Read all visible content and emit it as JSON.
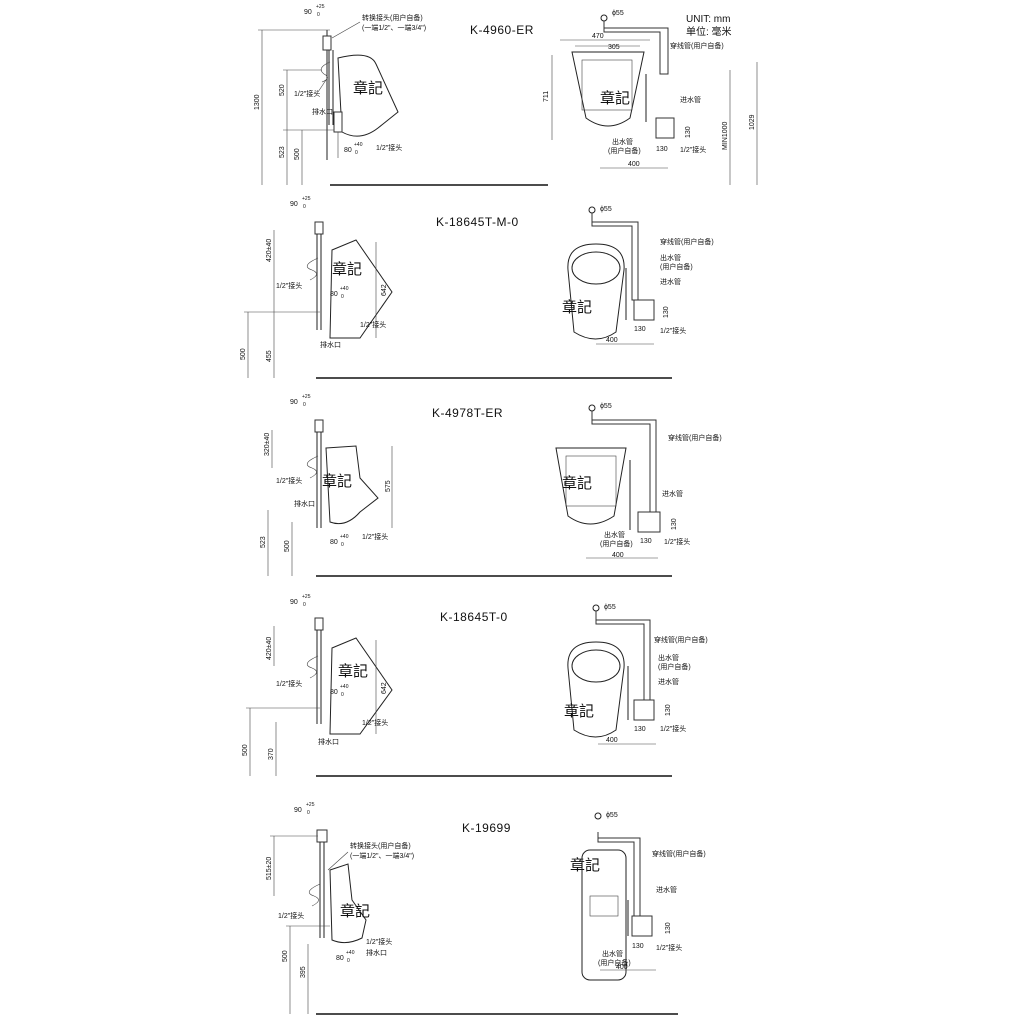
{
  "unit": {
    "en": "UNIT: mm",
    "cn": "单位: 毫米"
  },
  "watermark": "章記",
  "labels": {
    "adapter": "转换接头(用户自备)",
    "adapter_spec": "(一端1/2\"、一端3/4\")",
    "half_inch": "1/2\"接头",
    "drain": "排水口",
    "conduit": "穿线管(用户自备)",
    "inlet": "进水管",
    "outlet": "出水管",
    "outlet_note": "(用户自备)",
    "dia": "ϕ55",
    "tol_90": "90",
    "tol_90_sup": "+25",
    "tol_90_sub": "0",
    "tol_80": "80",
    "tol_80_sup": "+40",
    "tol_80_sub": "0"
  },
  "sections": [
    {
      "model": "K-4960-ER",
      "dims": {
        "total": "1300",
        "upper": "520",
        "low_a": "523",
        "low_b": "500",
        "top_w": "470",
        "inner_w": "305",
        "h": "711",
        "min": "MIN1000",
        "full": "1029",
        "box": "130",
        "box2": "130",
        "base": "400"
      }
    },
    {
      "model": "K-18645T-M-0",
      "dims": {
        "upper": "420±40",
        "h": "642",
        "low_a": "500",
        "low_b": "455",
        "box": "130",
        "box2": "130",
        "base": "400"
      }
    },
    {
      "model": "K-4978T-ER",
      "dims": {
        "upper": "320±40",
        "h": "575",
        "low_a": "523",
        "low_b": "500",
        "box": "130",
        "box2": "130",
        "base": "400"
      }
    },
    {
      "model": "K-18645T-0",
      "dims": {
        "upper": "420±40",
        "h": "642",
        "low_a": "500",
        "low_b": "370",
        "box": "130",
        "box2": "130",
        "base": "400"
      }
    },
    {
      "model": "K-19699",
      "dims": {
        "upper": "515±20",
        "low_a": "500",
        "low_b": "395",
        "box": "130",
        "box2": "130",
        "base": "400"
      }
    }
  ]
}
